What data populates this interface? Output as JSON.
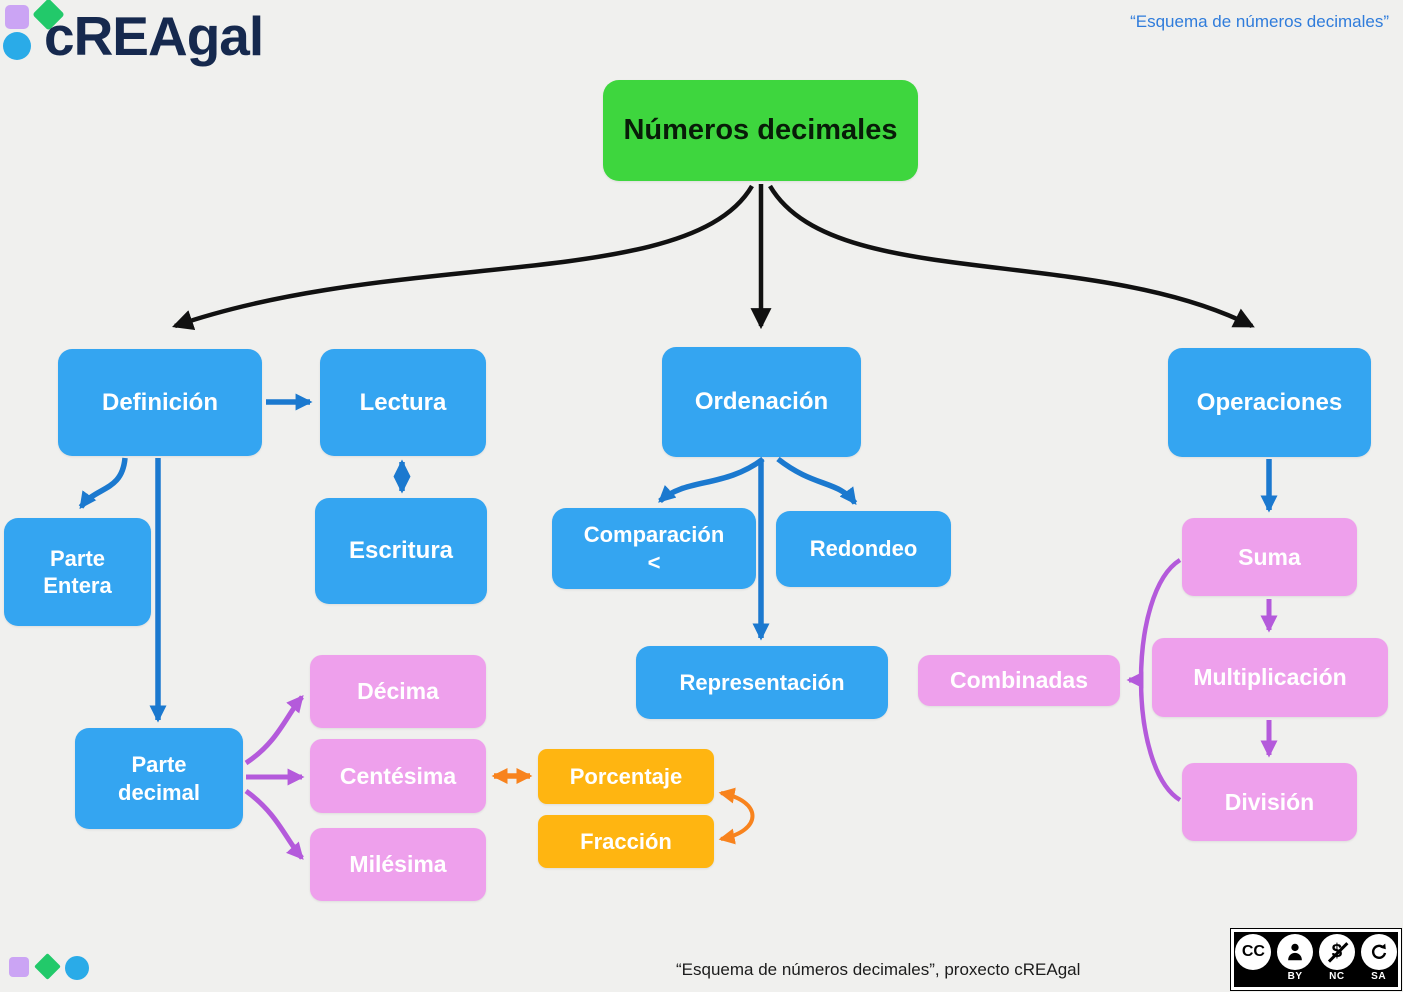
{
  "header": {
    "logo_text": "cREAgal",
    "quote": "“Esquema de números decimales”"
  },
  "nodes": {
    "root": {
      "label": "Números decimales"
    },
    "definicion": {
      "label": "Definición"
    },
    "lectura": {
      "label": "Lectura"
    },
    "escritura": {
      "label": "Escritura"
    },
    "parte_entera": {
      "line1": "Parte",
      "line2": "Entera"
    },
    "parte_decimal": {
      "line1": "Parte",
      "line2": "decimal"
    },
    "decima": {
      "label": "Décima"
    },
    "centesima": {
      "label": "Centésima"
    },
    "milesima": {
      "label": "Milésima"
    },
    "porcentaje": {
      "label": "Porcentaje"
    },
    "fraccion": {
      "label": "Fracción"
    },
    "ordenacion": {
      "label": "Ordenación"
    },
    "comparacion": {
      "line1": "Comparación",
      "line2": "<"
    },
    "redondeo": {
      "label": "Redondeo"
    },
    "representacion": {
      "label": "Representación"
    },
    "operaciones": {
      "label": "Operaciones"
    },
    "suma": {
      "label": "Suma"
    },
    "multiplicacion": {
      "label": "Multiplicación"
    },
    "division": {
      "label": "División"
    },
    "combinadas": {
      "label": "Combinadas"
    }
  },
  "footer": {
    "caption": "“Esquema de números decimales”, proxecto cREAgal",
    "license": {
      "cc": "CC",
      "nc_symbol": "$",
      "by": "BY",
      "nc": "NC",
      "sa": "SA"
    }
  },
  "colors": {
    "background": "#f0f0ee",
    "root_box": "#3ed63e",
    "topic_box": "#34a5f1",
    "sub_box": "#eea0ec",
    "accent_box": "#ffb511",
    "edge_black": "#111111",
    "edge_blue": "#1b79cf",
    "edge_purple": "#b45adb",
    "edge_orange": "#f8831d",
    "header_quote": "#2f7cdb",
    "logo_text": "#16294e"
  }
}
